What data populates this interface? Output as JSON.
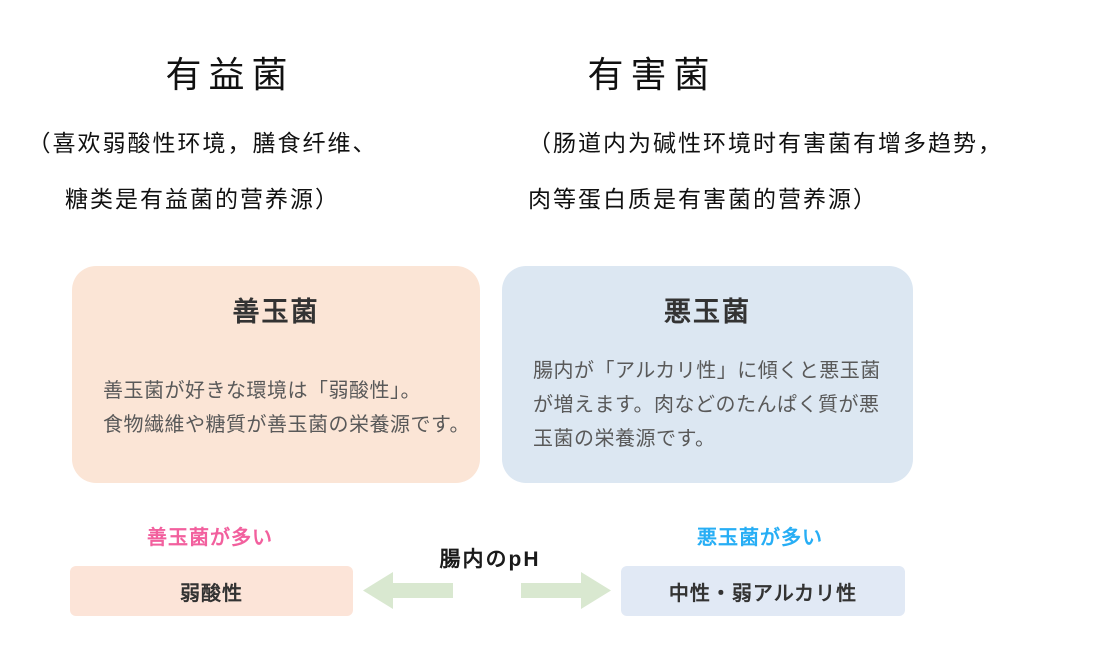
{
  "colors": {
    "card_beneficial_bg": "#fbe5d6",
    "card_harmful_bg": "#dce7f2",
    "box_acidic_bg": "#fce4d8",
    "box_alkaline_bg": "#e1e9f5",
    "label_beneficial": "#f2609e",
    "label_harmful": "#27aef5",
    "arrow": "#d9e8d0",
    "card_title_text": "#333333",
    "card_body_text": "#595959"
  },
  "header": {
    "beneficial": {
      "title": "有益菌",
      "note": "（喜欢弱酸性环境，膳食纤维、\n糖类是有益菌的营养源）"
    },
    "harmful": {
      "title": "有害菌",
      "note": "（肠道内为碱性环境时有害菌有增多趋势，\n肉等蛋白质是有害菌的营养源）"
    }
  },
  "cards": {
    "beneficial": {
      "title": "善玉菌",
      "body": "善玉菌が好きな環境は「弱酸性」。\n食物繊維や糖質が善玉菌の栄養源です。"
    },
    "harmful": {
      "title": "悪玉菌",
      "body": "腸内が「アルカリ性」に傾くと悪玉菌\nが増えます。肉などのたんぱく質が悪\n玉菌の栄養源です。"
    }
  },
  "ph_scale": {
    "beneficial_label": "善玉菌が多い",
    "harmful_label": "悪玉菌が多い",
    "axis_label": "腸内のpH",
    "acidic_box_label": "弱酸性",
    "alkaline_box_label": "中性・弱アルカリ性",
    "icons": {
      "left": "left-arrow-icon",
      "right": "right-arrow-icon"
    }
  }
}
